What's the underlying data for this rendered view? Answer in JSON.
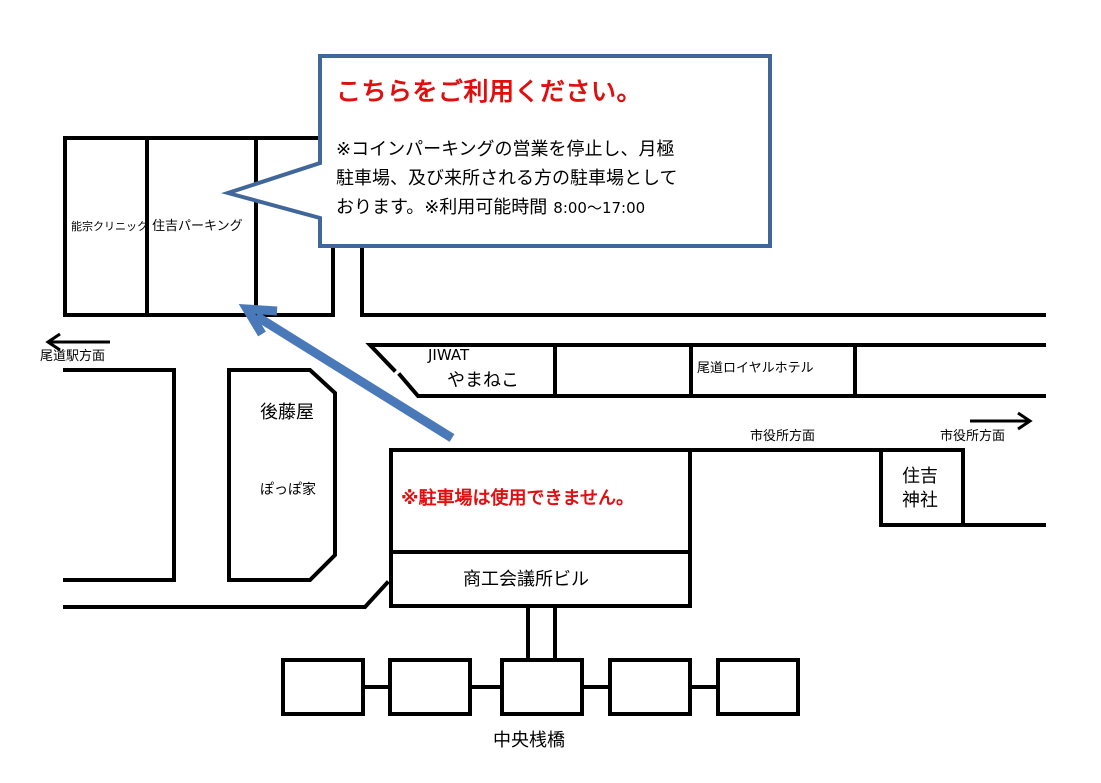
{
  "callout": {
    "title": "こちらをご利用ください。",
    "body_lines": [
      "※コインパーキングの営業を停止し、月極",
      "駐車場、及び来所される方の駐車場として",
      "おります。※利用可能時間"
    ],
    "hours": "8:00〜17:00",
    "title_color": "#e00f0f",
    "border_color": "#41679a"
  },
  "buildings": {
    "clinic": "能宗クリニック",
    "parking": "住吉パーキング",
    "jiwat": "JIWAT",
    "yamaneko": "やまねこ",
    "royal_hotel": "尾道ロイヤルホテル",
    "gotoya": "後藤屋",
    "poppoya": "ぽっぽ家",
    "no_parking_notice": "※駐車場は使用できません。",
    "chamber_building": "商工会議所ビル",
    "shrine_line1": "住吉",
    "shrine_line2": "神社",
    "pier": "中央桟橋"
  },
  "directions": {
    "station": "尾道駅方面",
    "city_hall_1": "市役所方面",
    "city_hall_2": "市役所方面"
  },
  "colors": {
    "route_arrow": "#4a79ba",
    "warning_text": "#e01010"
  }
}
